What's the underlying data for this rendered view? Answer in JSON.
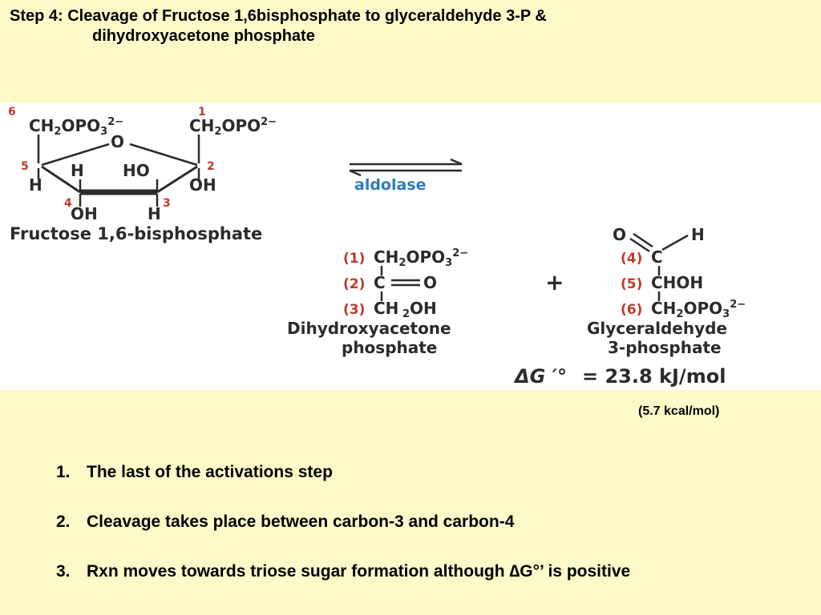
{
  "title": {
    "line1": "Step 4:  Cleavage of Fructose 1,6bisphosphate to glyceraldehyde 3-P &",
    "line2": "dihydroxyacetone phosphate"
  },
  "reaction": {
    "enzyme": "aldolase",
    "substrate_name": "Fructose 1,6-bisphosphate",
    "product1_name_line1": "Dihydroxyacetone",
    "product1_name_line2": "phosphate",
    "product2_name_line1": "Glyceraldehyde",
    "product2_name_line2": "3-phosphate",
    "plus": "+",
    "delta_g_symbol": "ΔG ′°",
    "delta_g_value": "=  23.8  kJ/mol",
    "carbon_numbers": [
      "6",
      "1",
      "5",
      "2",
      "4",
      "3"
    ],
    "dhap_labels": [
      "(1)",
      "(2)",
      "(3)"
    ],
    "gap_labels": [
      "(4)",
      "(5)",
      "(6)"
    ]
  },
  "kcal_note": "(5.7 kcal/mol)",
  "points": [
    {
      "num": "1.",
      "text": "The last of the activations step"
    },
    {
      "num": "2.",
      "text": "Cleavage takes place between carbon-3 and carbon-4"
    },
    {
      "num": "3.",
      "text": "Rxn moves towards triose sugar formation although ∆G°’ is positive"
    }
  ],
  "colors": {
    "background": "#fdf9c9",
    "carbon_number_red": "#c0392b",
    "enzyme_blue": "#2e7bbf",
    "structure_text": "#2b2b2b"
  }
}
